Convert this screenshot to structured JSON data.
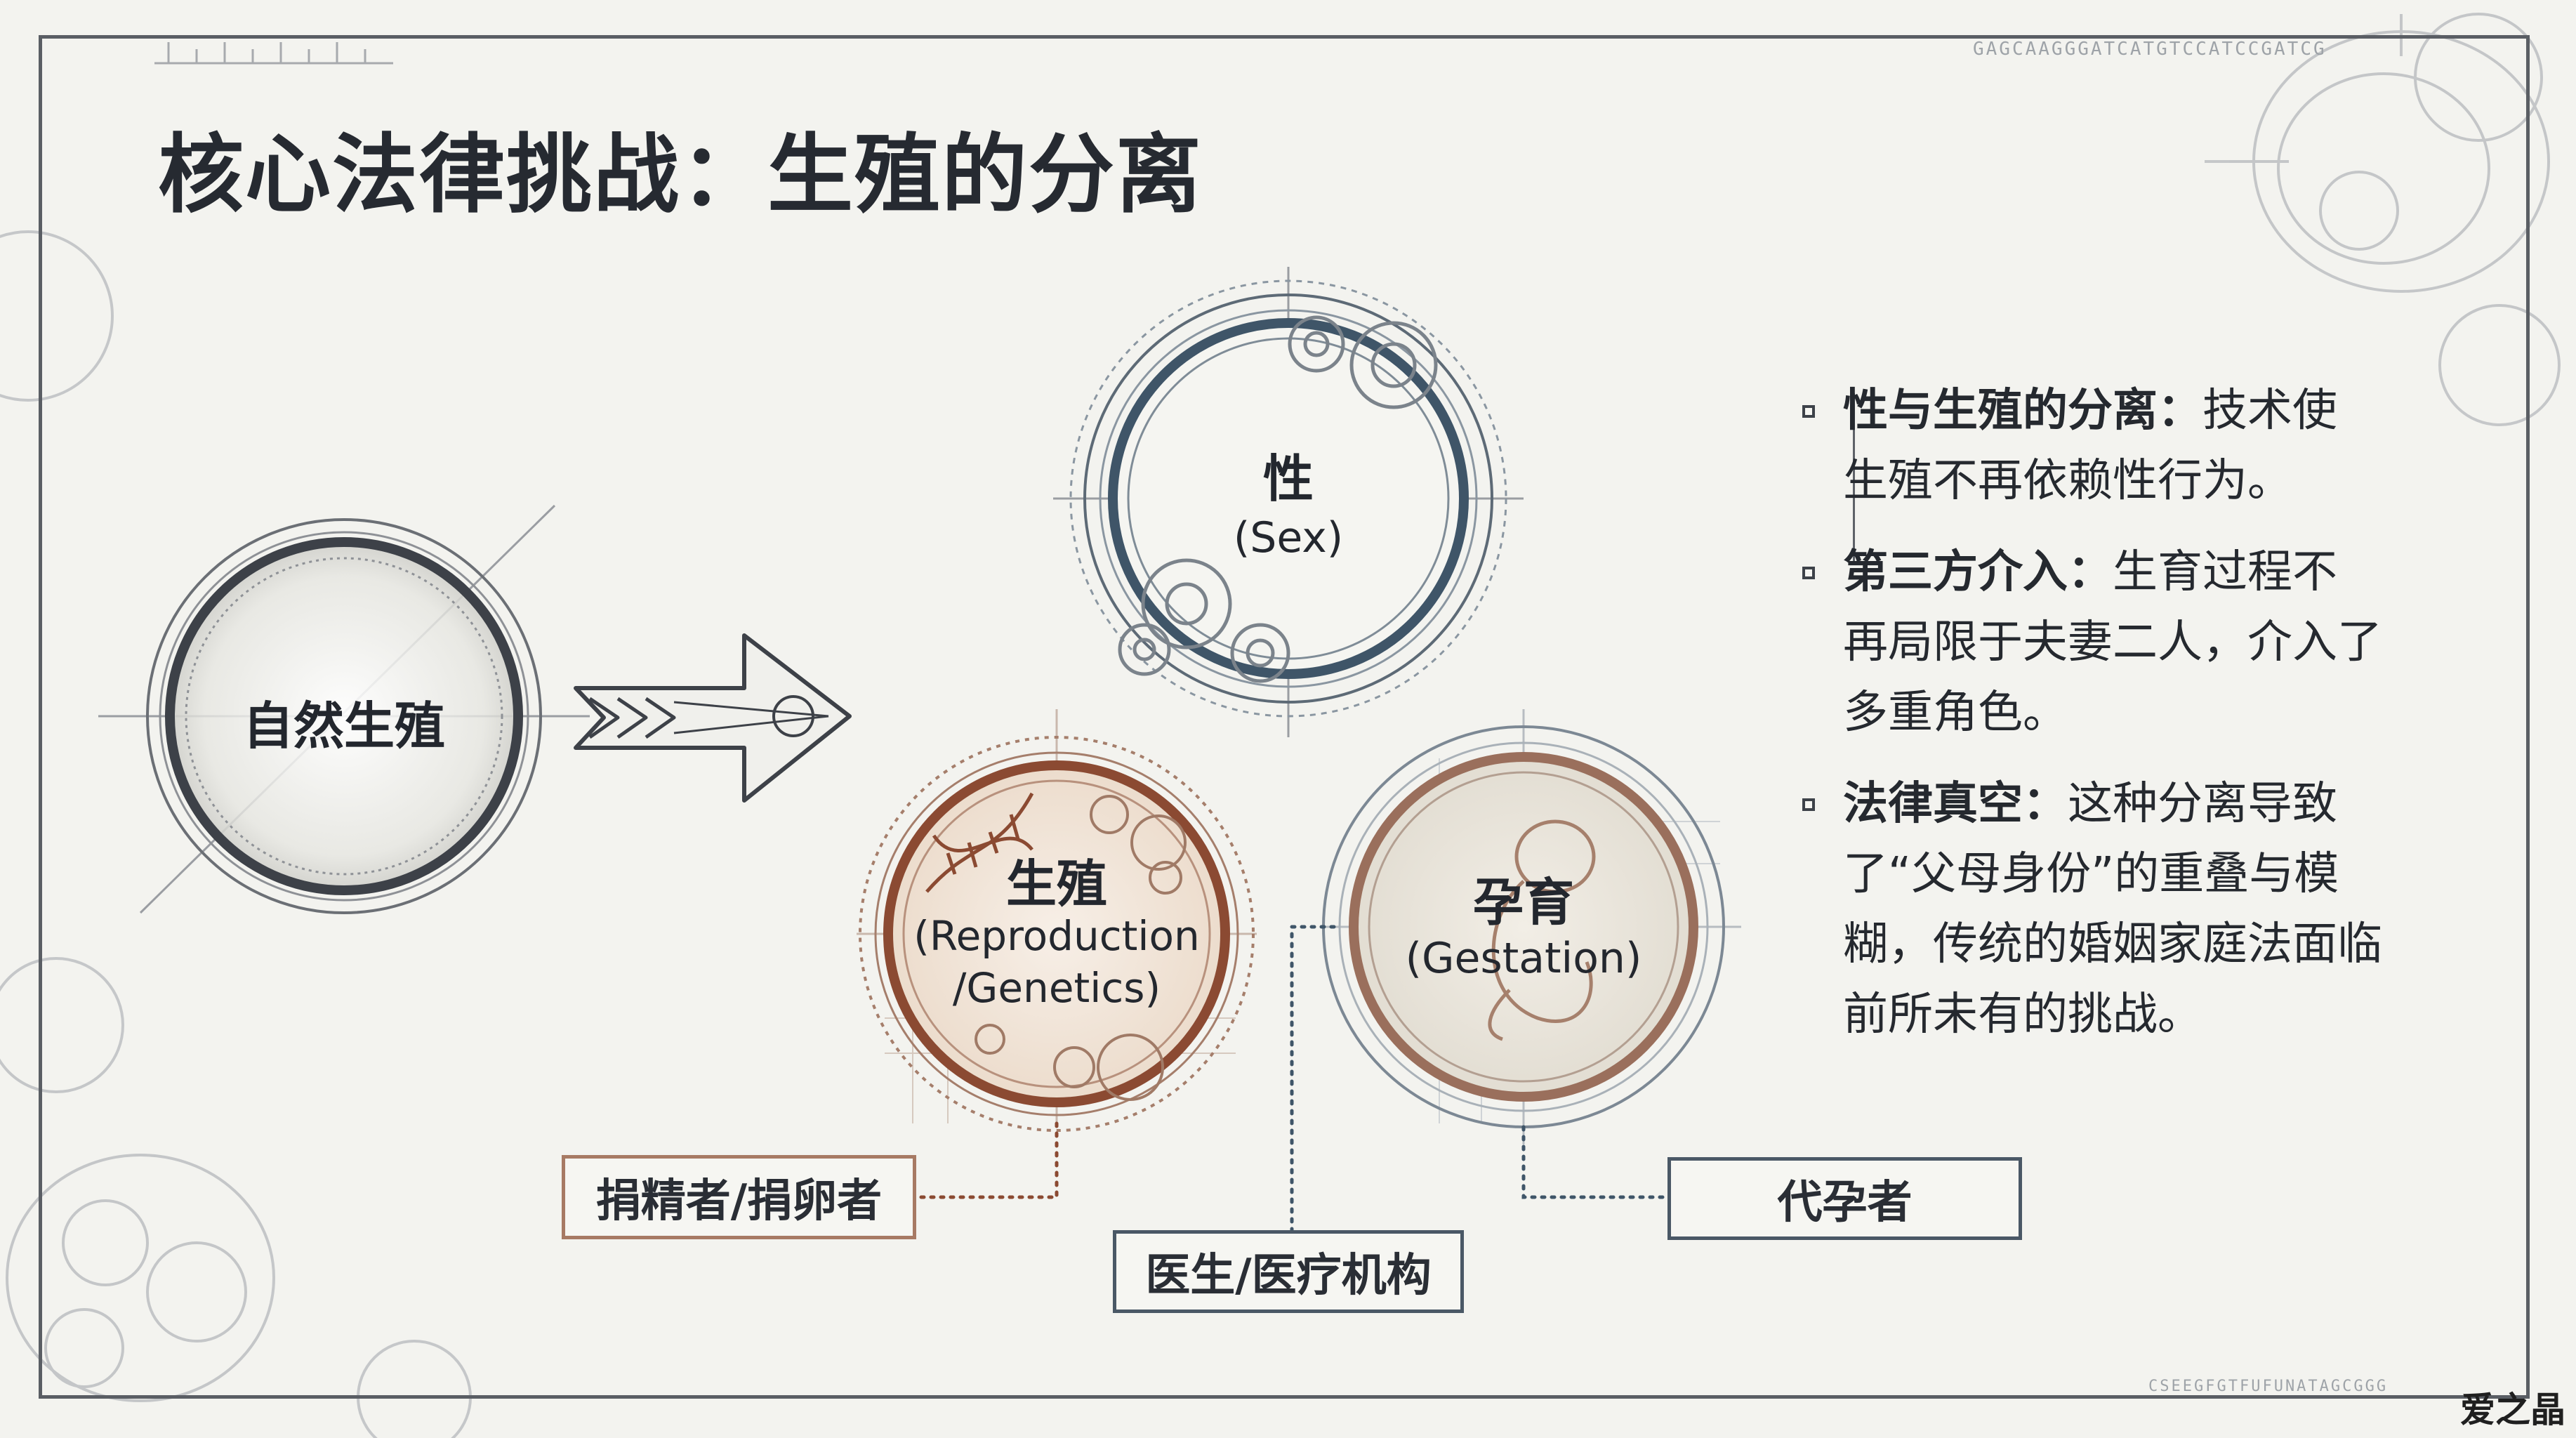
{
  "title": "核心法律挑战：生殖的分离",
  "nodes": {
    "natural": {
      "label": "自然生殖"
    },
    "sex": {
      "label": "性",
      "sub": "(Sex)"
    },
    "reproduction": {
      "label": "生殖",
      "sub1": "(Reproduction",
      "sub2": "/Genetics)"
    },
    "gestation": {
      "label": "孕育",
      "sub": "(Gestation)"
    }
  },
  "roles": {
    "donor": "捐精者/捐卵者",
    "doctor": "医生/医疗机构",
    "surrogate": "代孕者"
  },
  "points": [
    {
      "head": "性与生殖的分离：",
      "lines": [
        "技术使",
        "生殖不再依赖性行为。"
      ]
    },
    {
      "head": "第三方介入：",
      "lines": [
        "生育过程不",
        "再局限于夫妻二人，介入了",
        "多重角色。"
      ]
    },
    {
      "head": "法律真空：",
      "lines": [
        "这种分离导致",
        "了“父母身份”的重叠与模",
        "糊，传统的婚姻家庭法面临",
        "前所未有的挑战。"
      ]
    }
  ],
  "decor": {
    "dna_top": "GAGCAAGGGATCATGTCCATCCGATCG",
    "dna_bottom": "CSEEGFGTFUFUNATAGCGGG"
  },
  "watermark": "爱之晶",
  "colors": {
    "reproduction": "#8b4a32",
    "gestation": "#3f5568",
    "sex": "#3f5568",
    "ink": "#2b2f36"
  }
}
